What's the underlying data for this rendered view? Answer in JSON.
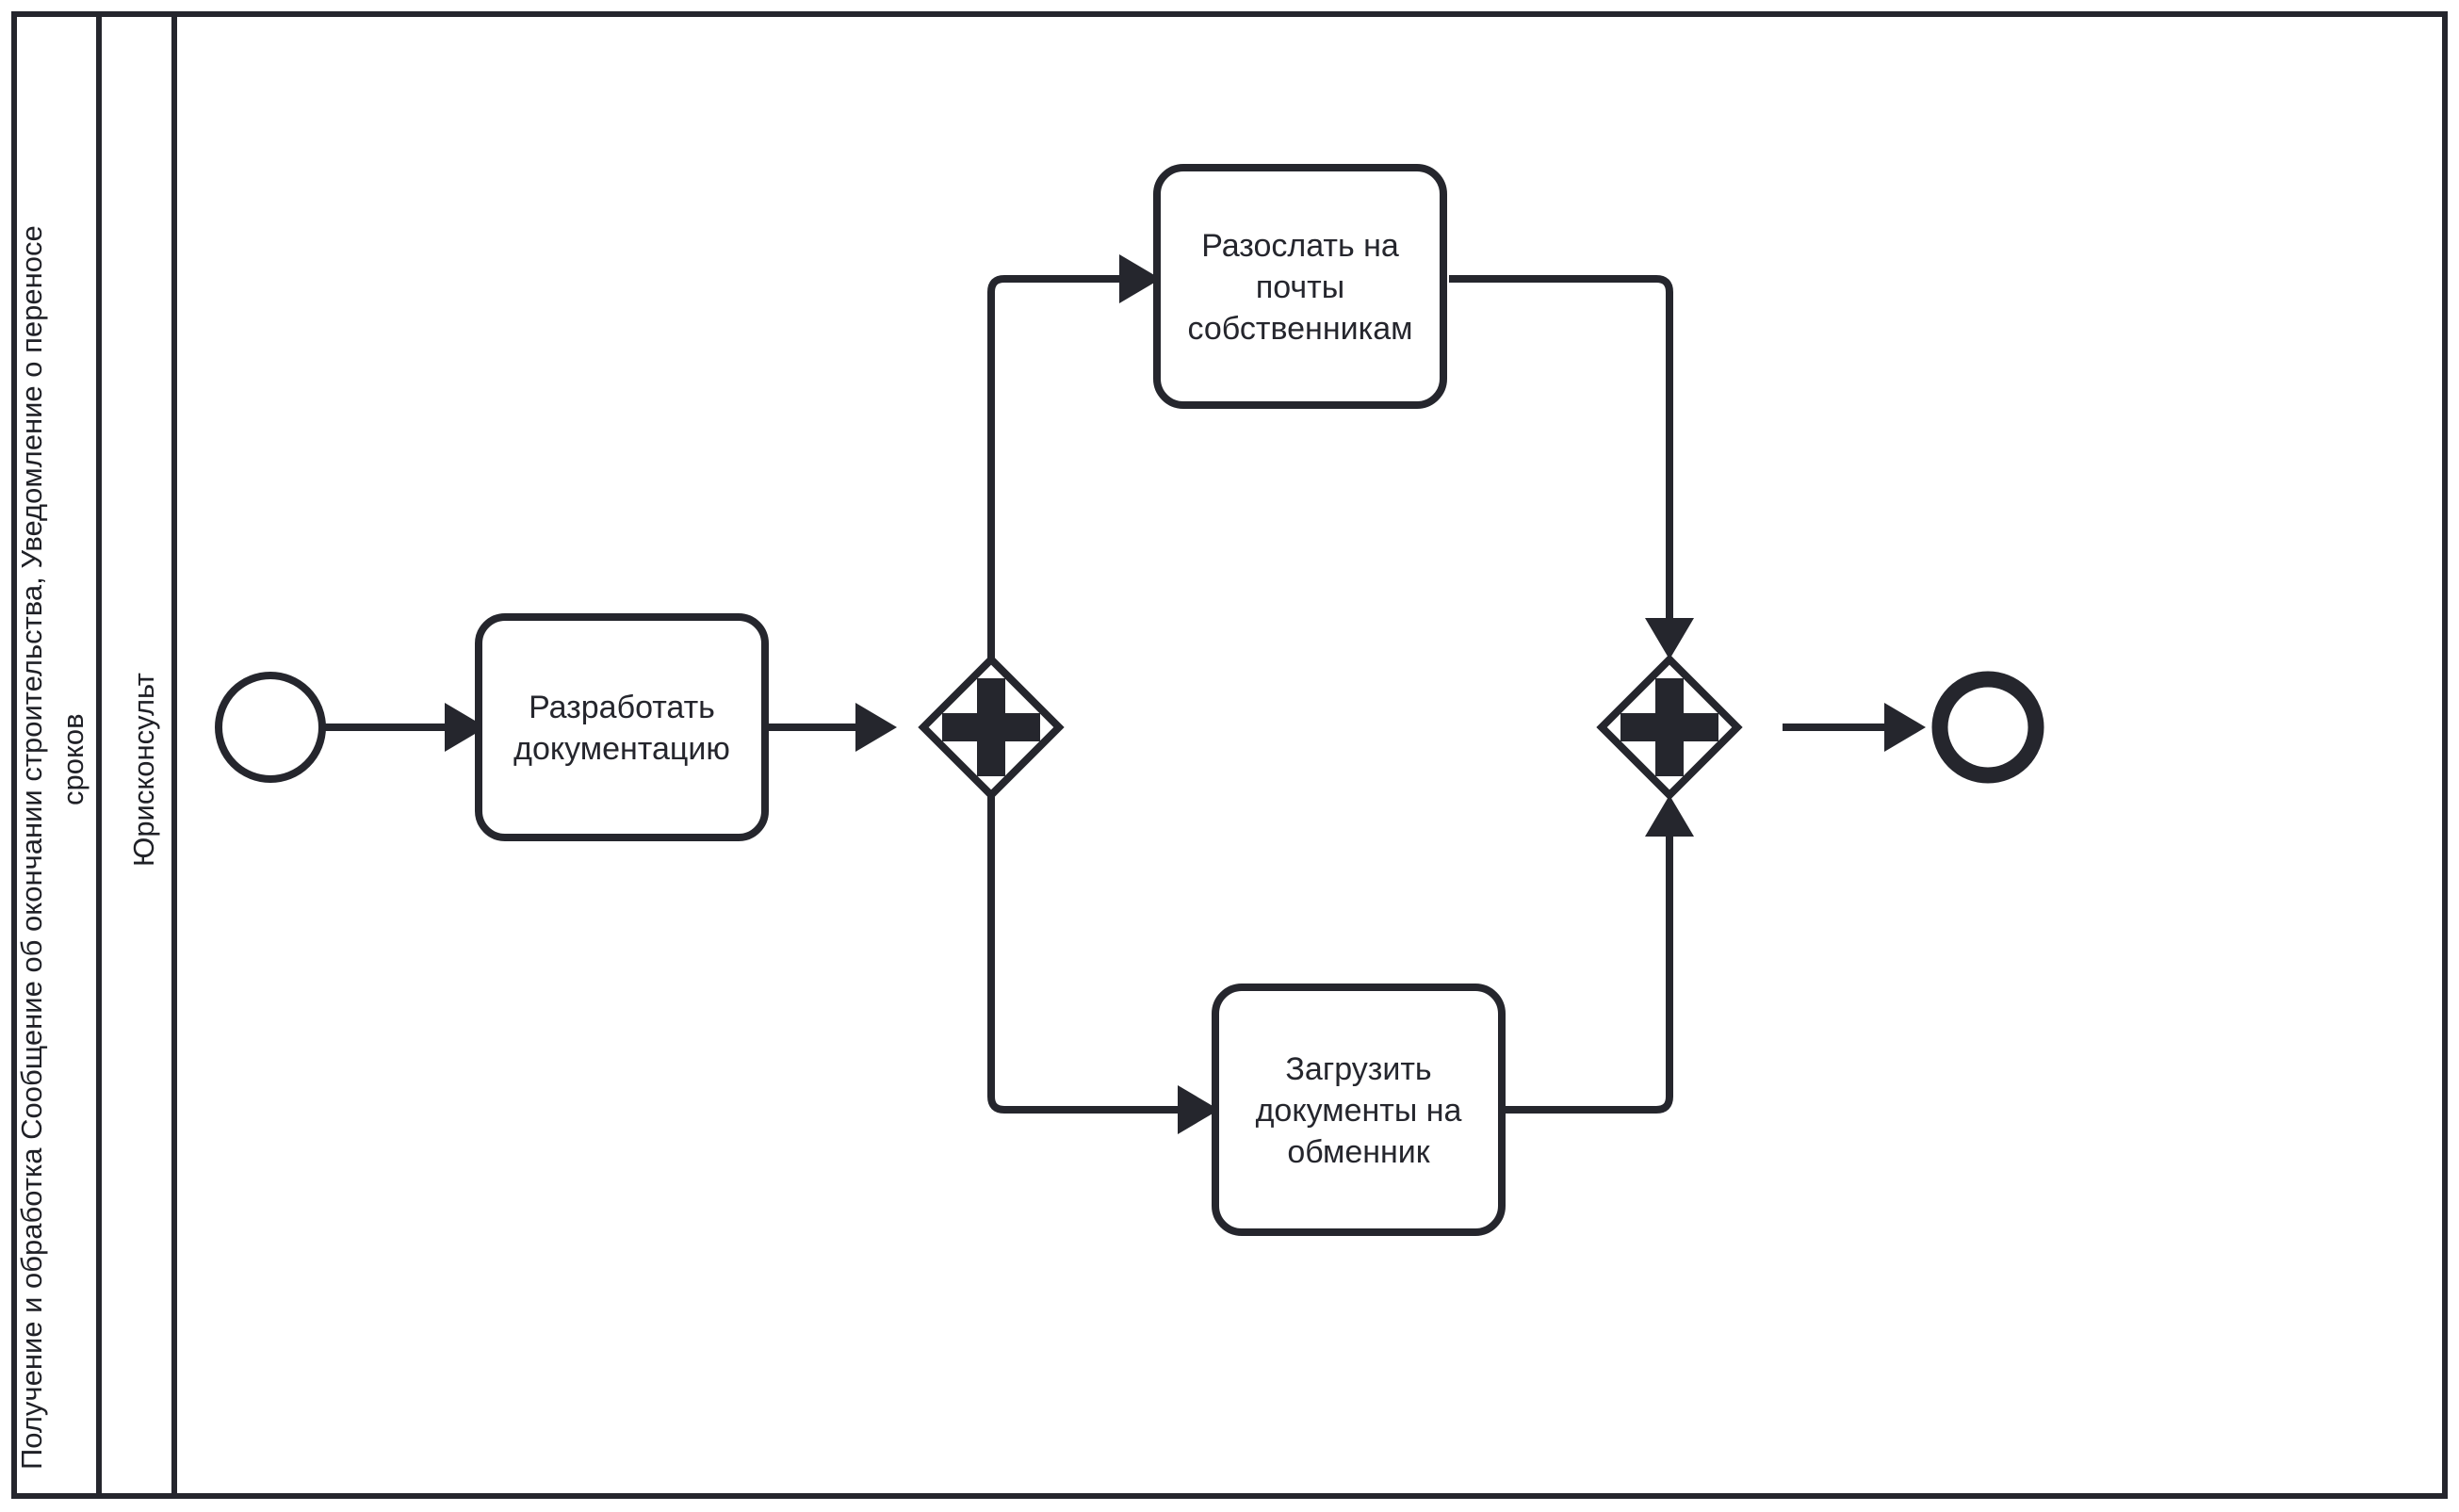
{
  "diagram": {
    "type": "bpmn-process",
    "notation": "BPMN 2.0",
    "pool": {
      "label": "Получение и обработка Сообщение об окончании строительства, Уведомление о переносе сроков",
      "label_line_1": "Получение и обработка Сообщение об окончании строительства, Уведомление о переносе",
      "label_line_2": "сроков",
      "orientation": "horizontal"
    },
    "lanes": [
      {
        "id": "lane-lawyer",
        "label": "Юрисконсульт"
      }
    ],
    "elements": [
      {
        "id": "start-event",
        "type": "start-event",
        "label": ""
      },
      {
        "id": "task-develop-docs",
        "type": "task",
        "label": "Разработать документацию",
        "line_1": "Разработать",
        "line_2": "документацию"
      },
      {
        "id": "gateway-split",
        "type": "parallel-gateway",
        "marker": "plus",
        "label": ""
      },
      {
        "id": "task-send-mail",
        "type": "task",
        "label": "Разослать на почты собственникам",
        "line_1": "Разослать на",
        "line_2": "почты",
        "line_3": "собственникам"
      },
      {
        "id": "task-upload-docs",
        "type": "task",
        "label": "Загрузить документы на обменник",
        "line_1": "Загрузить",
        "line_2": "документы на",
        "line_3": "обменник"
      },
      {
        "id": "gateway-join",
        "type": "parallel-gateway",
        "marker": "plus",
        "label": ""
      },
      {
        "id": "end-event",
        "type": "end-event",
        "label": ""
      }
    ],
    "flows": [
      {
        "from": "start-event",
        "to": "task-develop-docs",
        "label": ""
      },
      {
        "from": "task-develop-docs",
        "to": "gateway-split",
        "label": ""
      },
      {
        "from": "gateway-split",
        "to": "task-send-mail",
        "label": ""
      },
      {
        "from": "gateway-split",
        "to": "task-upload-docs",
        "label": ""
      },
      {
        "from": "task-send-mail",
        "to": "gateway-join",
        "label": ""
      },
      {
        "from": "task-upload-docs",
        "to": "gateway-join",
        "label": ""
      },
      {
        "from": "gateway-join",
        "to": "end-event",
        "label": ""
      }
    ],
    "colors": {
      "stroke": "#25262d",
      "fill": "#ffffff",
      "text": "#1f2026"
    }
  }
}
